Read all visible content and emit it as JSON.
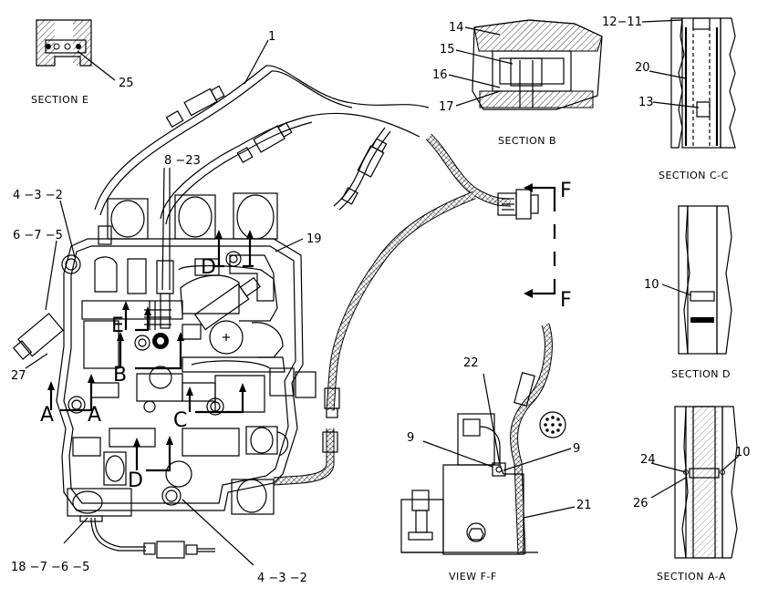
{
  "callouts": {
    "c1": "1",
    "c8_23": "8 −23",
    "c4_3_2_top": "4 −3 −2",
    "c6_7_5": "6 −7 −5",
    "c19": "19",
    "c27": "27",
    "c18_7_6_5": "18 −7 −6 −5",
    "c4_3_2_bottom": "4 −3 −2",
    "c25": "25",
    "c14": "14",
    "c15": "15",
    "c16": "16",
    "c17": "17",
    "c12_11": "12−11",
    "c20": "20",
    "c13": "13",
    "c10_d": "10",
    "c22": "22",
    "c9_left": "9",
    "c9_right": "9",
    "c21": "21",
    "c24": "24",
    "c10_aa": "10",
    "c26": "26"
  },
  "section_markers": {
    "a_left": "A",
    "a_right": "A",
    "b": "B",
    "c": "C",
    "d_top": "D",
    "d_bottom": "D",
    "e": "E",
    "f_top": "F",
    "f_bottom": "F"
  },
  "section_titles": {
    "section_e": "SECTION E",
    "section_b": "SECTION B",
    "section_cc": "SECTION C-C",
    "section_d": "SECTION D",
    "view_ff": "VIEW F-F",
    "section_aa": "SECTION A-A"
  }
}
